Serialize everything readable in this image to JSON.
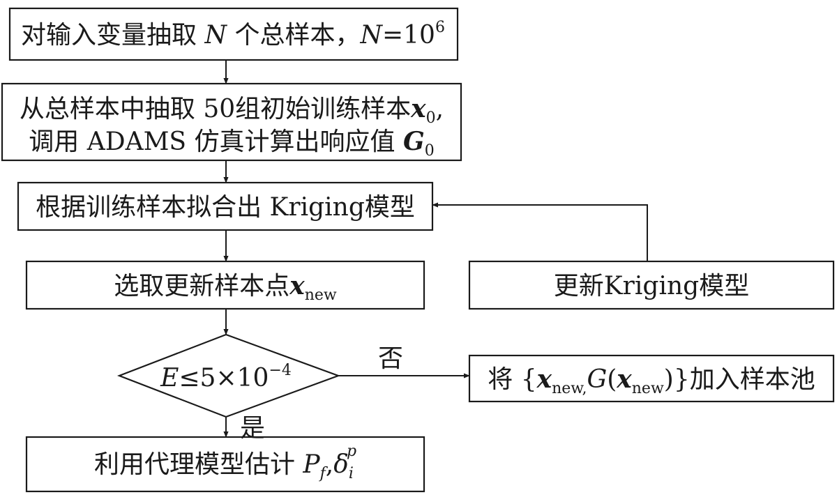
{
  "nodes": {
    "sample": {
      "text_a": "对输入变量抽取 ",
      "var_n": "N",
      "text_b": " 个总样本，",
      "var_n2": "N",
      "text_c": "=10",
      "exp": "6"
    },
    "initial": {
      "line1_text": "从总样本中抽取 50组初始训练样本",
      "line1_var": "x",
      "line1_sub": "0",
      "line1_tail": ",",
      "line2_text": "调用 ADAMS 仿真计算出响应值 ",
      "line2_var": "G",
      "line2_sub": "0"
    },
    "fit": {
      "text": "根据训练样本拟合出 Kriging模型"
    },
    "select": {
      "text": "选取更新样本点",
      "var": "x",
      "sub": "new"
    },
    "update": {
      "text": "更新Kriging模型"
    },
    "decision": {
      "var": "E",
      "text": "≤5×10",
      "exp": "−4"
    },
    "add": {
      "text_a": "将 {",
      "var_x": "x",
      "sub_new": "new,",
      "var_g": "G",
      "paren_open": "(",
      "var_x2": "x",
      "sub_new2": "new",
      "text_b": ")}加入样本池"
    },
    "estimate": {
      "text": "利用代理模型估计 ",
      "var_p": "P",
      "sub_f": "f",
      "comma": ",",
      "var_delta": "δ",
      "sub_i": "i",
      "sup_p": "p"
    }
  },
  "edges": {
    "no_label": "否",
    "yes_label": "是"
  }
}
